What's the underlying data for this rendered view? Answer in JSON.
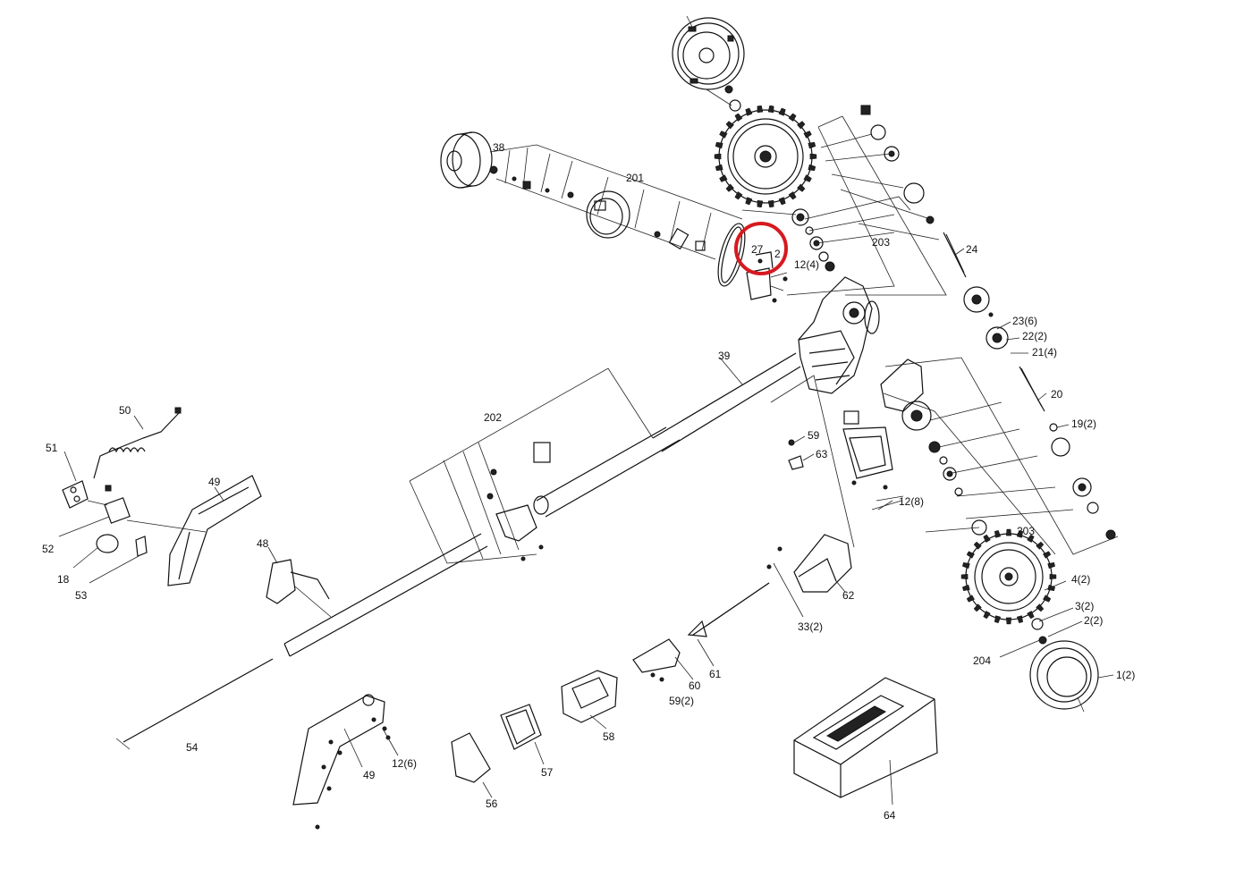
{
  "highlight_color": "#d71920",
  "callouts": [
    {
      "id": "c1",
      "text": "1(2)"
    },
    {
      "id": "c2",
      "text": "2"
    },
    {
      "id": "c2b",
      "text": "2(2)"
    },
    {
      "id": "c3",
      "text": "3(2)"
    },
    {
      "id": "c4",
      "text": "4(2)"
    },
    {
      "id": "c12a",
      "text": "12(4)"
    },
    {
      "id": "c12b",
      "text": "12(8)"
    },
    {
      "id": "c12c",
      "text": "12(6)"
    },
    {
      "id": "c18",
      "text": "18"
    },
    {
      "id": "c19",
      "text": "19(2)"
    },
    {
      "id": "c20",
      "text": "20"
    },
    {
      "id": "c21",
      "text": "21(4)"
    },
    {
      "id": "c22",
      "text": "22(2)"
    },
    {
      "id": "c23",
      "text": "23(6)"
    },
    {
      "id": "c24",
      "text": "24"
    },
    {
      "id": "c27",
      "text": "27"
    },
    {
      "id": "c33",
      "text": "33(2)"
    },
    {
      "id": "c38",
      "text": "38"
    },
    {
      "id": "c39",
      "text": "39"
    },
    {
      "id": "c48",
      "text": "48"
    },
    {
      "id": "c49a",
      "text": "49"
    },
    {
      "id": "c49b",
      "text": "49"
    },
    {
      "id": "c50",
      "text": "50"
    },
    {
      "id": "c51",
      "text": "51"
    },
    {
      "id": "c52",
      "text": "52"
    },
    {
      "id": "c53",
      "text": "53"
    },
    {
      "id": "c54",
      "text": "54"
    },
    {
      "id": "c56",
      "text": "56"
    },
    {
      "id": "c57",
      "text": "57"
    },
    {
      "id": "c58",
      "text": "58"
    },
    {
      "id": "c59a",
      "text": "59"
    },
    {
      "id": "c59b",
      "text": "59(2)"
    },
    {
      "id": "c60",
      "text": "60"
    },
    {
      "id": "c61",
      "text": "61"
    },
    {
      "id": "c62",
      "text": "62"
    },
    {
      "id": "c63",
      "text": "63"
    },
    {
      "id": "c64",
      "text": "64"
    },
    {
      "id": "c201",
      "text": "201"
    },
    {
      "id": "c202",
      "text": "202"
    },
    {
      "id": "c203a",
      "text": "203"
    },
    {
      "id": "c203b",
      "text": "203"
    },
    {
      "id": "c204",
      "text": "204"
    }
  ]
}
